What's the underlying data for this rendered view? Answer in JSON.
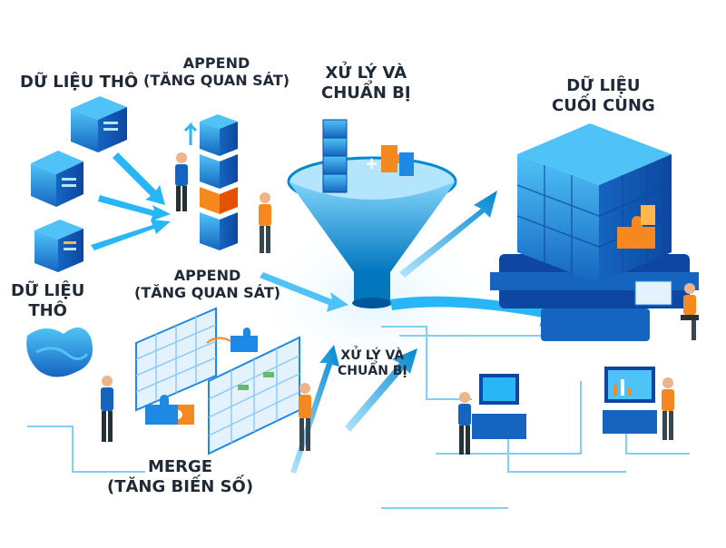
{
  "labels": {
    "raw_top": "DỮ LIỆU THÔ",
    "raw_mid_1": "DỮ LIỆU",
    "raw_mid_2": "THÔ",
    "append_top_1": "APPEND",
    "append_top_2": "(TĂNG QUAN SÁT)",
    "append_mid_1": "APPEND",
    "append_mid_2": "(TĂNG QUAN SÁT)",
    "process_top_1": "XỬ LÝ VÀ",
    "process_top_2": "CHUẨN BỊ",
    "process_mid_1": "XỬ LÝ VÀ",
    "process_mid_2": "CHUẨN BỊ",
    "final_1": "DỮ LIỆU",
    "final_2": "CUỐI CÙNG",
    "merge_1": "MERGE",
    "merge_2": "(TĂNG BIẾN SỐ)"
  },
  "colors": {
    "cube_dark": "#1565c0",
    "cube_mid": "#1e88e5",
    "cube_light": "#4fc3f7",
    "accent_orange": "#f5881f",
    "arrow_cyan": "#29b6f6",
    "ink": "#1f2a36"
  }
}
